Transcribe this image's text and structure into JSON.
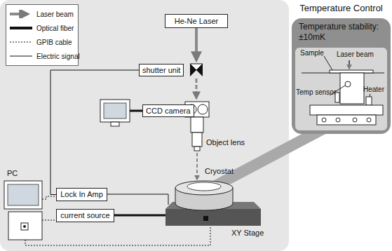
{
  "diagram": {
    "nodes": [
      {
        "text": [
          "He-Ne Laser"
        ]
      },
      {
        "text": [
          "shutter unit"
        ]
      },
      {
        "text": [
          "CCD camera"
        ]
      },
      {
        "text": [
          "Lock In Amp"
        ]
      },
      {
        "text": [
          "current source"
        ]
      },
      {
        "text": [
          "Temperature Control",
          "Temperature stability: ±10mK"
        ]
      }
    ],
    "edges": [
      {
        "from": 0,
        "to": 1,
        "arrow": "to"
      },
      {
        "from": 1,
        "to": 2,
        "arrow": "to"
      },
      {
        "from": 1,
        "to": 3,
        "arrow": "none"
      }
    ],
    "labels": [
      "PC",
      "Object lens",
      "Cryostat",
      "XY Stage",
      "Sample",
      "Laser beam",
      "Temp sensor",
      "Heater"
    ],
    "legend": [
      {
        "text": "Laser beam"
      },
      {
        "text": "Optical fiber"
      },
      {
        "text": "GPIB cable"
      },
      {
        "text": "Electric signal"
      }
    ]
  }
}
